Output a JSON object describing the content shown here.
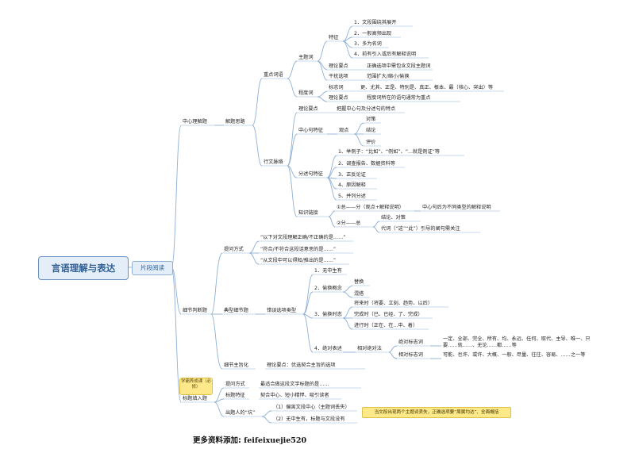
{
  "root": "言语理解与表达",
  "level1": "片段阅读",
  "nodes": {
    "main_idea": "中心理解题",
    "approach": "解题思路",
    "key_words": "重点词语",
    "topic_word": "主题词",
    "features": "特征",
    "feat1": "1．文段围绕其展开",
    "feat2": "2．一般高频出现",
    "feat3": "3．多为名词",
    "feat4": "4．前有引入或后有解释说明",
    "theory_topic": "理论要点",
    "theory_topic_val": "正确选项中需包含文段主题词",
    "distractor": "干扰选项",
    "distractor_val": "范围扩大/缩小/偷换",
    "degree_word": "程度词",
    "marker_word": "标志词",
    "marker_word_val": "更、尤其、正是、特别是、真正、根本、最（核心、突出）等",
    "theory_degree": "理论要点",
    "theory_degree_val": "程度词所在的语句通常为重点",
    "context": "行文脉络",
    "theory_context": "理论要点",
    "theory_context_val": "把握中心句及分述句的特点",
    "center_feat": "中心句特征",
    "viewpoint": "观点",
    "vp1": "对策",
    "vp2": "结论",
    "vp3": "评价",
    "sub_feat": "分述句特征",
    "sf1": "1、举例子：“比如”、“例如”、“...就是例证”等",
    "sf2": "2、调查报告、数据资料等",
    "sf3": "3、正反论证",
    "sf4": "4、原因解释",
    "sf5": "5、并列分述",
    "link": "知识链接",
    "link1": "①总——分（观点+解释说明）",
    "link1_val": "中心句后为不同类型的解释说明",
    "link2": "②分——总",
    "link2a": "结论、对策",
    "link2b": "代词（“这”“此”）引导的阐句需关注",
    "detail": "细节判断题",
    "ask_way": "提问方式",
    "ask1": "“以下对文段理解正确/不正确的是……”",
    "ask2": "“符合/不符合这段话意思的是……”",
    "ask3": "“从文段中可以得知/推出的是……”",
    "typical": "典型细节题",
    "wrong_types": "错误选项类型",
    "wt1": "1．无中生有",
    "wt2": "2．偷换概念",
    "wt2a": "替换",
    "wt2b": "混搭",
    "wt3": "3．偷换时态",
    "wt3a": "将来时（将要、立刻、趋势、以后）",
    "wt3b": "完成时（已、已经、了、完成）",
    "wt3c": "进行时（正在、在...中、着）",
    "wt4": "4．绝对表述",
    "rel_abs": "相对绝对法",
    "abs_word": "绝对标志词",
    "abs_val": "一定、全部、完全、所有、均、永远、任何、取代、主导、唯一、只要……就……、无论……都……等",
    "rel_word": "相对标志词",
    "rel_val": "可能、也许、或许、大概、一般、尽量、往往、容易、……之一等",
    "detail_main": "细节主旨化",
    "detail_main_val": "理论要点：优选契合主旨的选项",
    "title_q": "标题填入题",
    "tag": "学霸养成课（必修）",
    "title_ask": "提问方式",
    "title_ask_val": "最适合做这段文字标题的是……",
    "title_feat": "标题特征",
    "title_feat_val": "契合中心、短小精悍、吸引读者",
    "trap": "出题人的“坑”",
    "trap1": "（1）偏离文段中心（主题词丢失）",
    "trap2": "（2）无中生有，标题与文段没有",
    "note": "当文段出现两个主题词丢失，正确选项要“周属均达”、全面概括"
  },
  "footer_label": "更多资料添加:",
  "footer_id": "feifeixuejie520",
  "colors": {
    "line": "#8fb0d6",
    "root_fill": "#e4eef8",
    "root_text": "#2f5f95",
    "tag_fill": "#fde88a"
  }
}
